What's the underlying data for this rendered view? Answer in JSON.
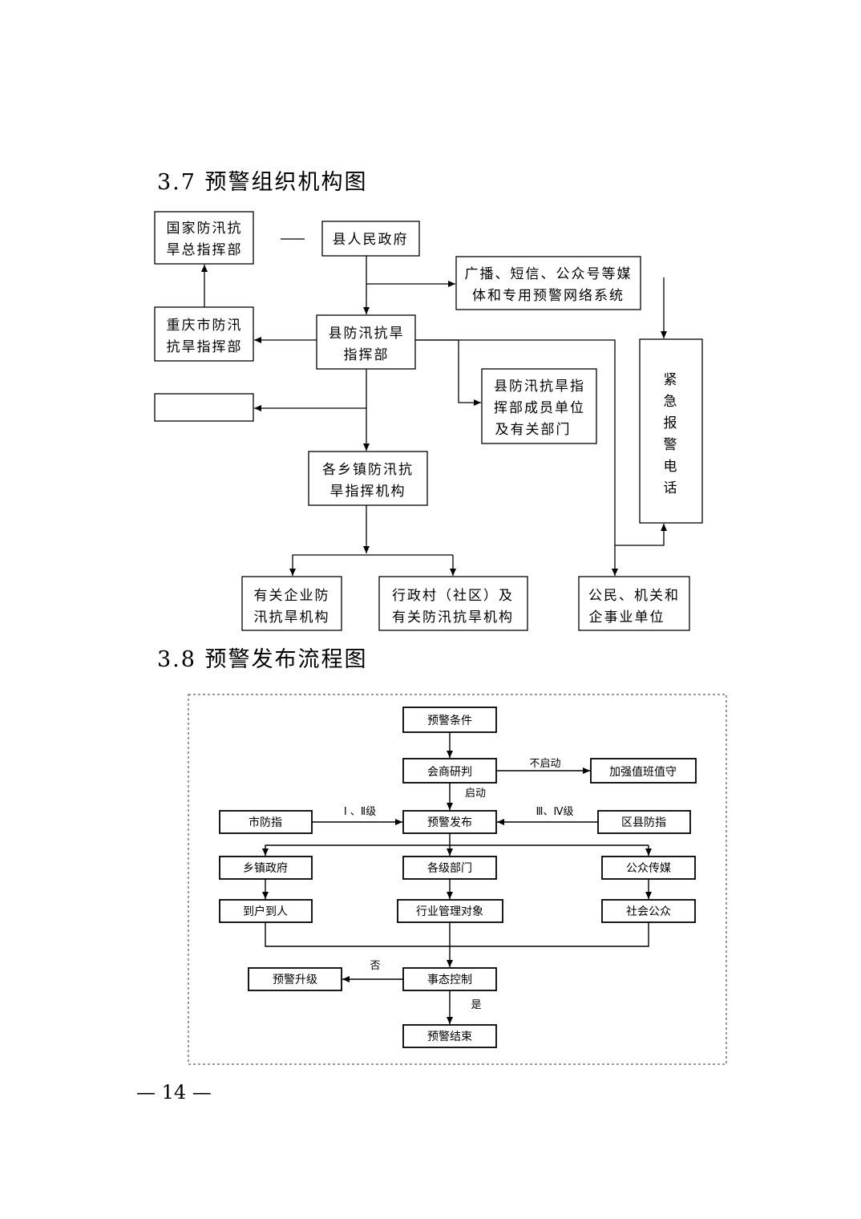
{
  "section_37_heading": "3.7 预警组织机构图",
  "org_chart": {
    "national_hq": [
      "国家防汛抗",
      "旱总指挥部"
    ],
    "county_government": "县人民政府",
    "media_system": [
      "广播、短信、公众号等媒",
      "体和专用预警网络系统"
    ],
    "chongqing_hq": [
      "重庆市防汛",
      "抗旱指挥部"
    ],
    "county_hq": [
      "县防汛抗旱",
      "指挥部"
    ],
    "member_units": [
      "县防汛抗旱指",
      "挥部成员单位",
      "及有关部门"
    ],
    "emergency_phone": [
      "紧",
      "急",
      "报",
      "警",
      "电",
      "话"
    ],
    "hidden_box": "",
    "town_hq": [
      "各乡镇防汛抗",
      "旱指挥机构"
    ],
    "enterprise_org": [
      "有关企业防",
      "汛抗旱机构"
    ],
    "village_org": [
      "行政村（社区）及",
      "有关防汛抗旱机构"
    ],
    "citizens": [
      "公民、机关和",
      "企事业单位"
    ]
  },
  "section_38_heading": "3.8 预警发布流程图",
  "flow_chart": {
    "warning_conditions": "预警条件",
    "consultation": "会商研判",
    "not_started_label": "不启动",
    "strengthen_duty": "加强值班值守",
    "started_label": "启动",
    "city_hq": "市防指",
    "level_1_2_label": "Ⅰ 、Ⅱ级",
    "warning_release": "预警发布",
    "level_3_4_label": "Ⅲ、Ⅳ级",
    "district_hq": "区县防指",
    "town_government": "乡镇政府",
    "departments": "各级部门",
    "public_media": "公众传媒",
    "door_to_door": "到户到人",
    "industry_targets": "行业管理对象",
    "public": "社会公众",
    "no_label": "否",
    "upgrade": "预警升级",
    "situation_control": "事态控制",
    "yes_label": "是",
    "warning_end": "预警结束"
  },
  "page_number": "— 14 —"
}
